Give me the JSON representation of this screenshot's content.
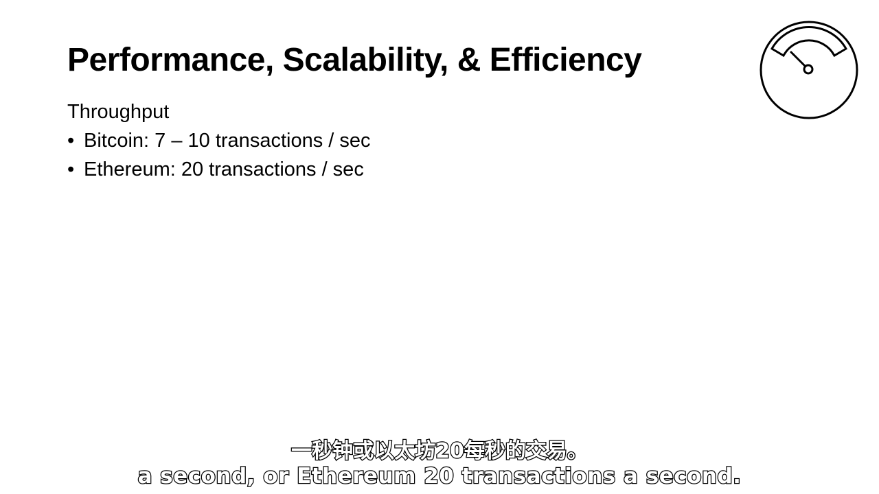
{
  "slide": {
    "title": "Performance, Scalability, & Efficiency",
    "subtitle": "Throughput",
    "bullet_symbol": "•",
    "bullets": [
      "Bitcoin: 7 – 10 transactions / sec",
      "Ethereum: 20 transactions / sec"
    ],
    "icon": "speedometer-icon"
  },
  "captions": {
    "chinese": "一秒钟或以太坊20每秒的交易。",
    "english": "a second, or Ethereum 20 transactions a second."
  },
  "colors": {
    "background": "#ffffff",
    "text": "#000000",
    "caption_fill": "#ffffff",
    "caption_outline": "#000000"
  }
}
